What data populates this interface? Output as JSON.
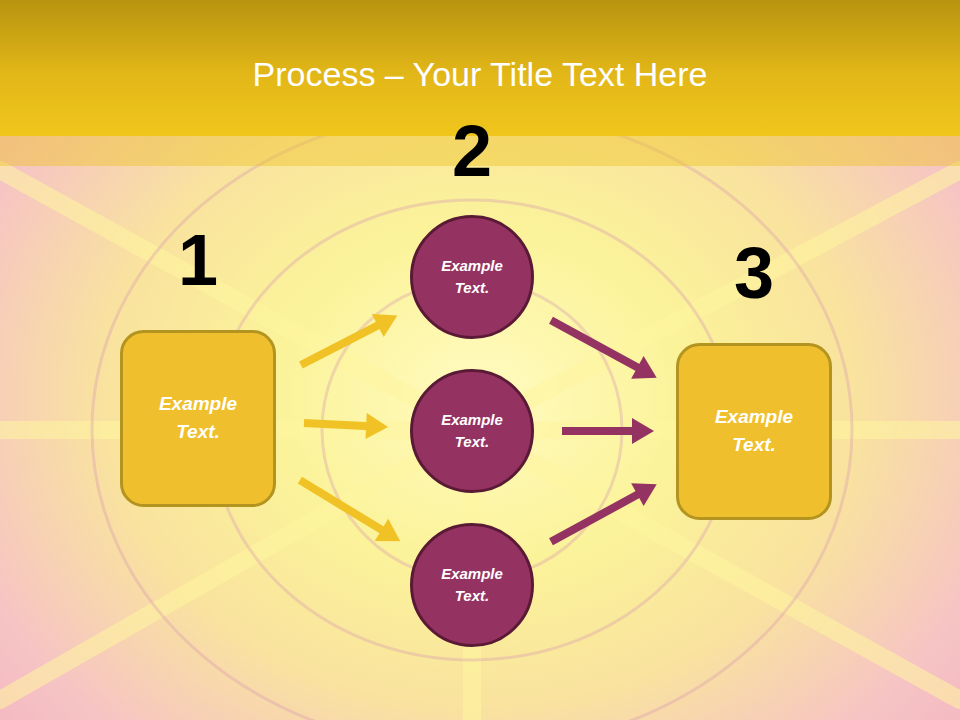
{
  "diagram": {
    "title": "Process – Your Title Text Here",
    "nodes": [
      {
        "text": [
          "1",
          "Example Text."
        ]
      },
      {
        "text": [
          "2",
          "Example Text."
        ]
      },
      {
        "text": [
          "Example Text."
        ]
      },
      {
        "text": [
          "Example Text."
        ]
      },
      {
        "text": [
          "3",
          "Example Text."
        ]
      }
    ],
    "edges": [
      {
        "from": 0,
        "to": 1,
        "arrow": "to"
      },
      {
        "from": 0,
        "to": 2,
        "arrow": "to"
      },
      {
        "from": 0,
        "to": 3,
        "arrow": "to"
      },
      {
        "from": 1,
        "to": 4,
        "arrow": "to"
      },
      {
        "from": 2,
        "to": 4,
        "arrow": "to"
      },
      {
        "from": 3,
        "to": 4,
        "arrow": "to"
      }
    ]
  }
}
